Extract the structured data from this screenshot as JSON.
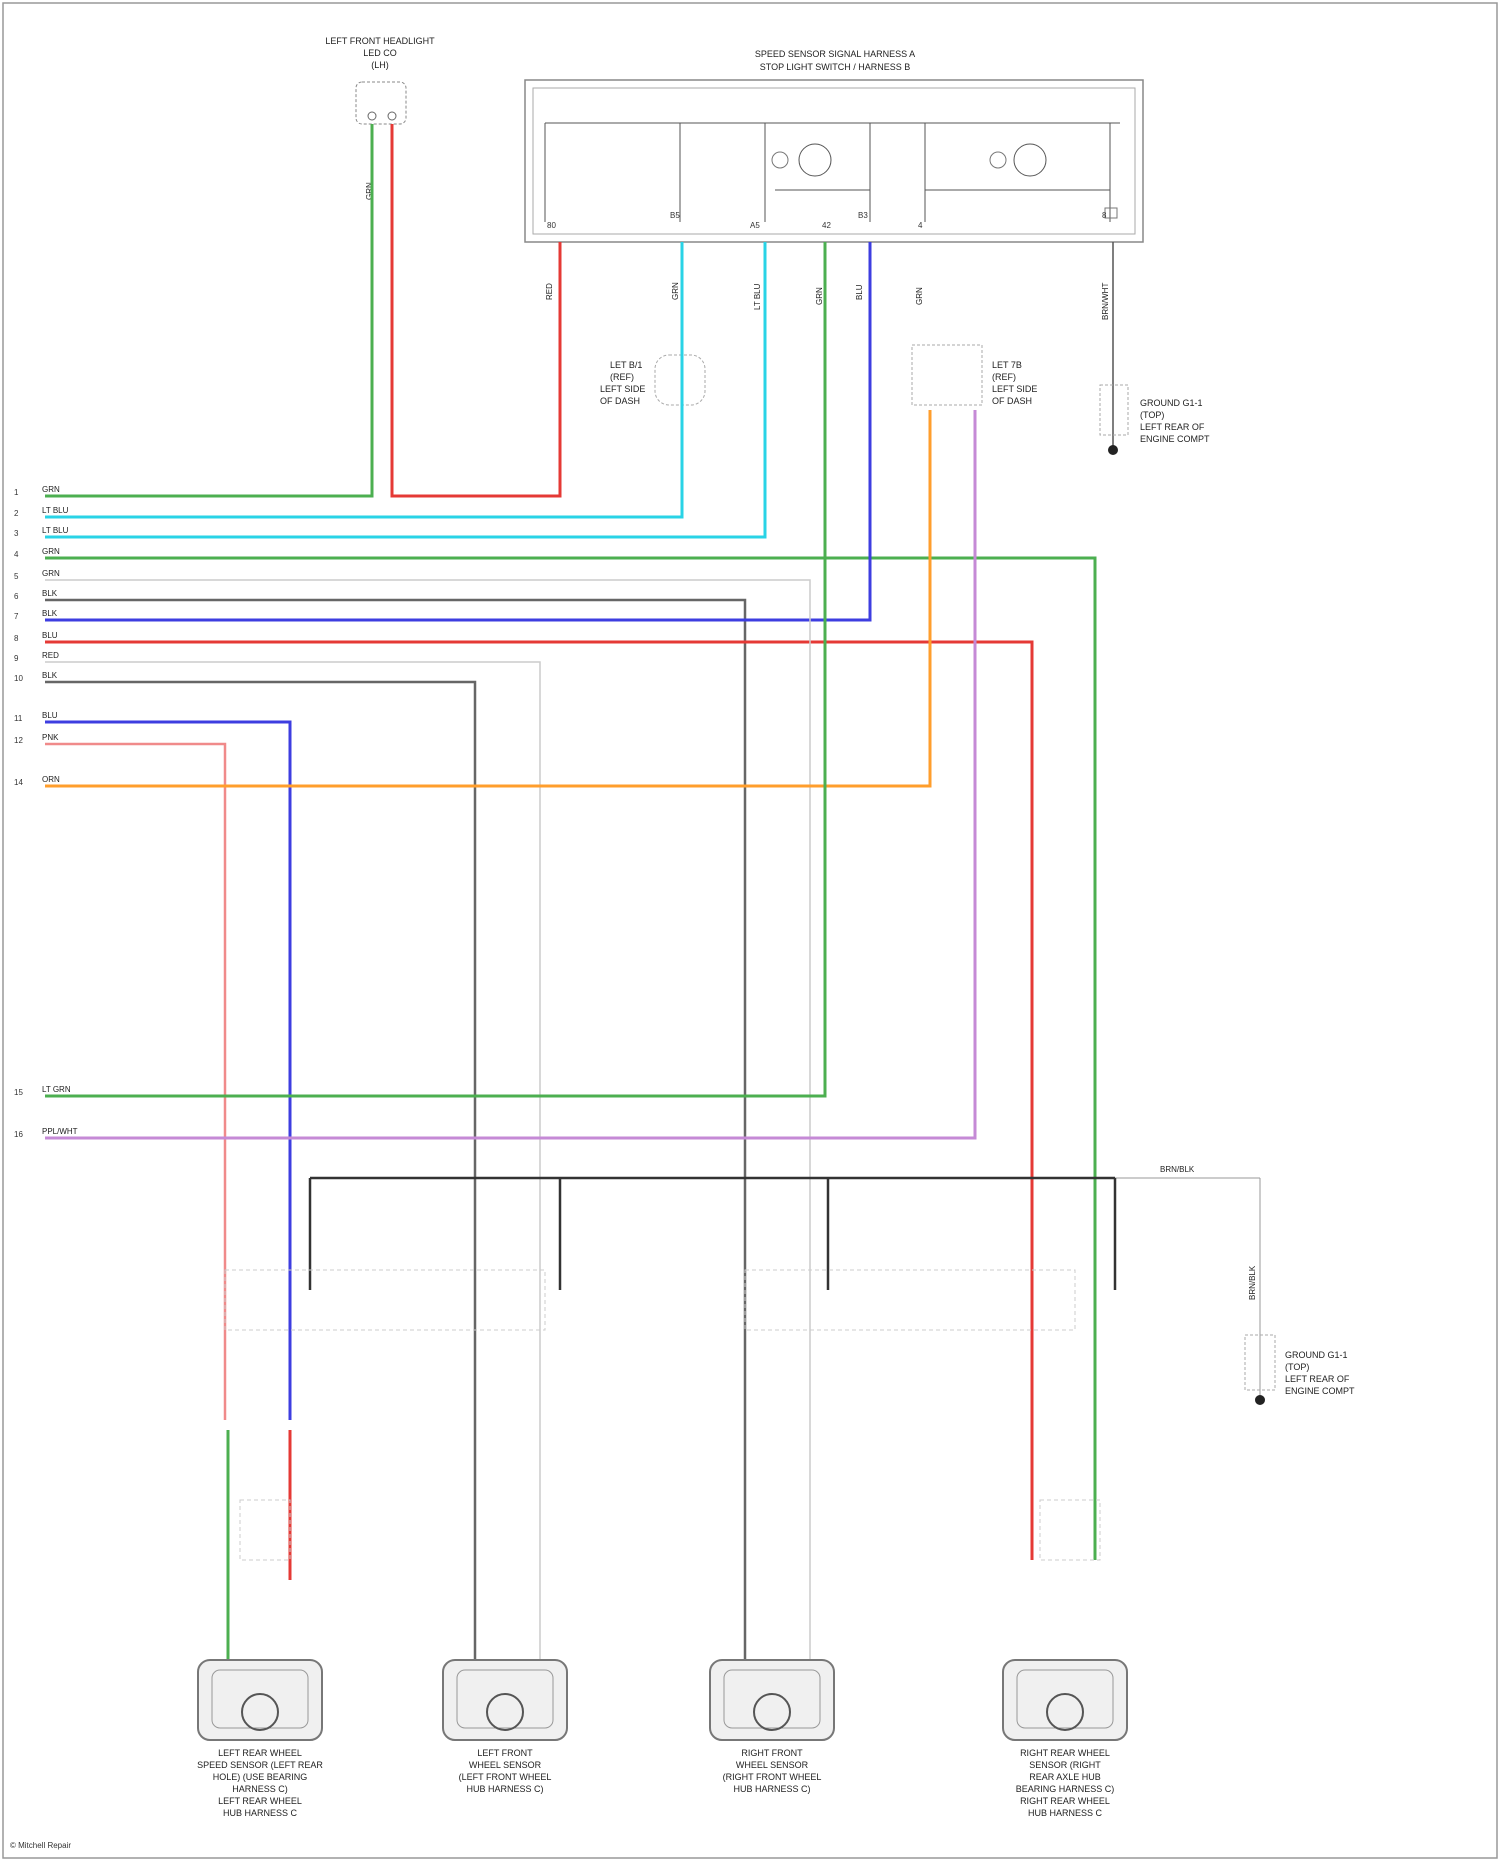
{
  "colors": {
    "green": "#4caf50",
    "red": "#e53935",
    "cyan": "#29d3e6",
    "blue": "#3d3de0",
    "gray": "#555555",
    "lightgray": "#bbbbbb",
    "orange": "#ff9e2c",
    "violet": "#c58ad6",
    "pink": "#f08a8a",
    "black": "#111111"
  },
  "title_top_left": [
    "LEFT FRONT HEADLIGHT",
    "LED CO",
    "(LH)"
  ],
  "header_title": [
    "SPEED SENSOR SIGNAL HARNESS A",
    "STOP LIGHT SWITCH / HARNESS B"
  ],
  "module_pins": [
    "80",
    "B5",
    "A5",
    "42",
    "B3",
    "4",
    "8"
  ],
  "module_wire_labels": [
    "RED",
    "GRN",
    "LT BLU",
    "GRN",
    "BLU",
    "GRN",
    "BRN/WHT"
  ],
  "splice_left": [
    "LET B/1",
    "(REF)",
    "LEFT SIDE",
    "OF DASH"
  ],
  "splice_right": [
    "LET 7B",
    "(REF)",
    "LEFT SIDE",
    "OF DASH"
  ],
  "ground_top": [
    "GROUND G1-1",
    "(TOP)",
    "LEFT REAR OF",
    "ENGINE COMPT"
  ],
  "ground_bottom": [
    "GROUND G1-1",
    "(TOP)",
    "LEFT REAR OF",
    "ENGINE COMPT"
  ],
  "connector_rows": [
    {
      "num": "1",
      "label": "GRN"
    },
    {
      "num": "2",
      "label": "LT BLU"
    },
    {
      "num": "3",
      "label": "LT BLU"
    },
    {
      "num": "4",
      "label": "GRN"
    },
    {
      "num": "5",
      "label": "GRN"
    },
    {
      "num": "6",
      "label": "BLK"
    },
    {
      "num": "7",
      "label": "BLK"
    },
    {
      "num": "8",
      "label": "BLU"
    },
    {
      "num": "9",
      "label": "RED"
    },
    {
      "num": "10",
      "label": "BLK"
    },
    {
      "num": "11",
      "label": "BLU"
    },
    {
      "num": "12",
      "label": "PNK"
    },
    {
      "num": "14",
      "label": "ORN"
    }
  ],
  "lower_rows": [
    {
      "num": "15",
      "label": "LT GRN"
    },
    {
      "num": "16",
      "label": "PPL/WHT"
    }
  ],
  "splice_label": "BRN/BLK",
  "sensors": [
    {
      "lines": [
        "LEFT REAR WHEEL",
        "SPEED SENSOR (LEFT REAR",
        "HOLE) (USE BEARING",
        "HARNESS C)",
        "LEFT REAR WHEEL",
        "HUB HARNESS C"
      ]
    },
    {
      "lines": [
        "LEFT FRONT",
        "WHEEL SENSOR",
        "(LEFT FRONT WHEEL",
        "HUB HARNESS C)"
      ]
    },
    {
      "lines": [
        "RIGHT FRONT",
        "WHEEL SENSOR",
        "(RIGHT FRONT WHEEL",
        "HUB HARNESS C)"
      ]
    },
    {
      "lines": [
        "RIGHT REAR WHEEL",
        "SENSOR (RIGHT",
        "REAR AXLE HUB",
        "BEARING HARNESS C)",
        "RIGHT REAR WHEEL",
        "HUB HARNESS C"
      ]
    }
  ],
  "footer": "© Mitchell Repair"
}
